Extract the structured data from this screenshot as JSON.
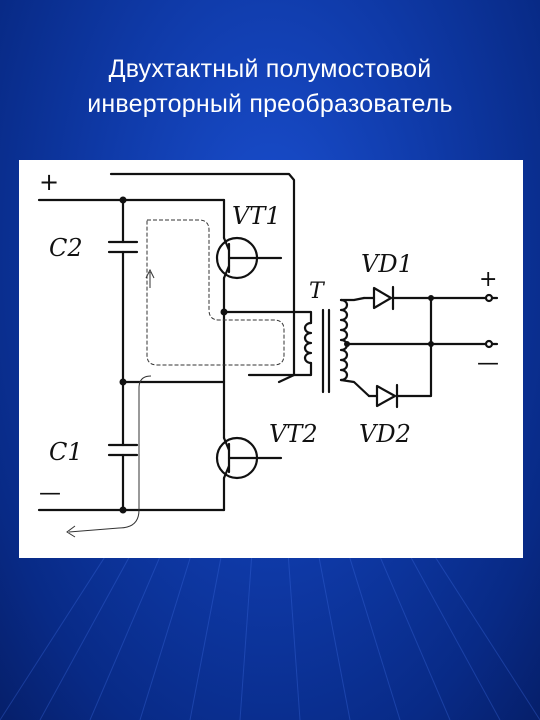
{
  "title": {
    "line1": "Двухтактный полумостовой",
    "line2": "инверторный преобразователь"
  },
  "diagram": {
    "labels": {
      "plus_in": "+",
      "minus_in": "—",
      "c2": "C2",
      "c1": "C1",
      "vt1": "VT1",
      "vt2": "VT2",
      "t": "T",
      "vd1": "VD1",
      "vd2": "VD2",
      "plus_out": "+",
      "minus_out": "—"
    }
  },
  "colors": {
    "background": "#0f3aa8",
    "panel": "#ffffff",
    "ink": "#111111",
    "title_text": "#ffffff"
  }
}
